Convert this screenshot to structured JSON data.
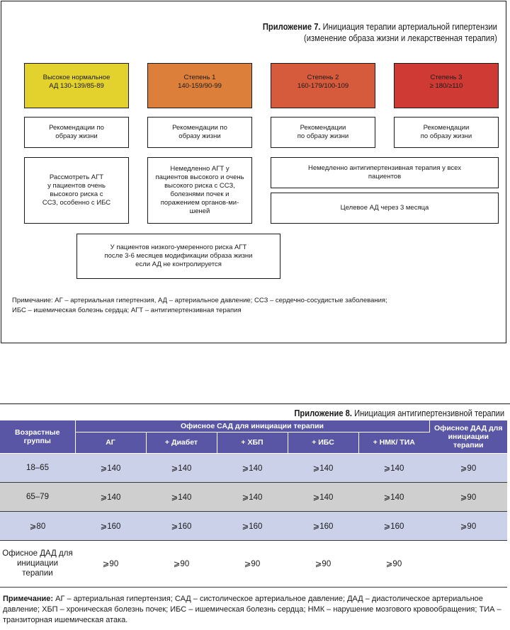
{
  "appendix7": {
    "title_num": "Приложение 7.",
    "title_line1": "Инициация терапии артериальной гипертензии",
    "title_line2": "(изменение образа жизни и лекарственная терапия)",
    "categories": [
      {
        "label": "Высокое нормальное\nАД 130-139/85-89",
        "color": "#e3d22e"
      },
      {
        "label": "Степень 1\n140-159/90-99",
        "color": "#dc7f3a"
      },
      {
        "label": "Степень 2\n160-179/100-109",
        "color": "#d65a3c"
      },
      {
        "label": "Степень 3\n≥ 180/≥110",
        "color": "#cf3a35"
      }
    ],
    "lifestyle": [
      "Рекомендации по\nобразу жизни",
      "Рекомендации по\nобразу жизни",
      "Рекомендации\nпо образу жизни",
      "Рекомендации\nпо образу жизни"
    ],
    "consider": "Рассмотреть АГТ\nу пациентов очень\nвысокого риска с\nССЗ, особенно с ИБС",
    "immediate_high": "Немедленно АГТ у\nпациентов высокого и очень\nвысокого риска с ССЗ,\nболезнями почек и\nпоражением органов-ми-\nшеней",
    "immediate_all": "Немедленно антигипертензивная терапия у всех\nпациентов",
    "target": "Целевое АД через 3 месяца",
    "low_risk": "У пациентов низкого-умеренного риска АГТ\nпосле 3-6 месяцев модификации образа жизни\nесли АД не контролируется",
    "note_line1": "Примечание: АГ – артериальная гипертензия, АД – артериальное давление; ССЗ – сердечно-сосудистые заболевания;",
    "note_line2": "ИБС – ишемическая болезнь сердца; АГТ – антигипертензивная терапия"
  },
  "appendix8": {
    "title_num": "Приложение 8.",
    "title_text": "Инициация антигипертензивной терапии",
    "header": {
      "age_groups": "Возрастные группы",
      "sad_group": "Офисное САД для инициации терапии",
      "dad_group": "Офисное ДАД для инициации терапии",
      "sub": [
        "АГ",
        "+ Диабет",
        "+ ХБП",
        "+ ИБС",
        "+ НМК/ ТИА"
      ]
    },
    "rows": [
      {
        "group": "18–65",
        "values": [
          "⩾140",
          "⩾140",
          "⩾140",
          "⩾140",
          "⩾140"
        ],
        "dad": "⩾90"
      },
      {
        "group": "65–79",
        "values": [
          "⩾140",
          "⩾140",
          "⩾140",
          "⩾140",
          "⩾140"
        ],
        "dad": "⩾90"
      },
      {
        "group": "⩾80",
        "values": [
          "⩾160",
          "⩾160",
          "⩾160",
          "⩾160",
          "⩾160"
        ],
        "dad": "⩾90"
      },
      {
        "group": "Офисное ДАД для инициации терапии",
        "values": [
          "⩾90",
          "⩾90",
          "⩾90",
          "⩾90",
          "⩾90"
        ],
        "dad": ""
      }
    ],
    "note_label": "Примечание:",
    "note_text": "АГ – артериальная гипертензия; САД – систолическое артериальное давление; ДАД – диастолическое артериальное давление; ХБП – хроническая болезнь почек; ИБС – ишемическая болезнь сердца; НМК – нарушение мозгового кровообращения; ТИА – транзиторная ишемическая атака."
  }
}
